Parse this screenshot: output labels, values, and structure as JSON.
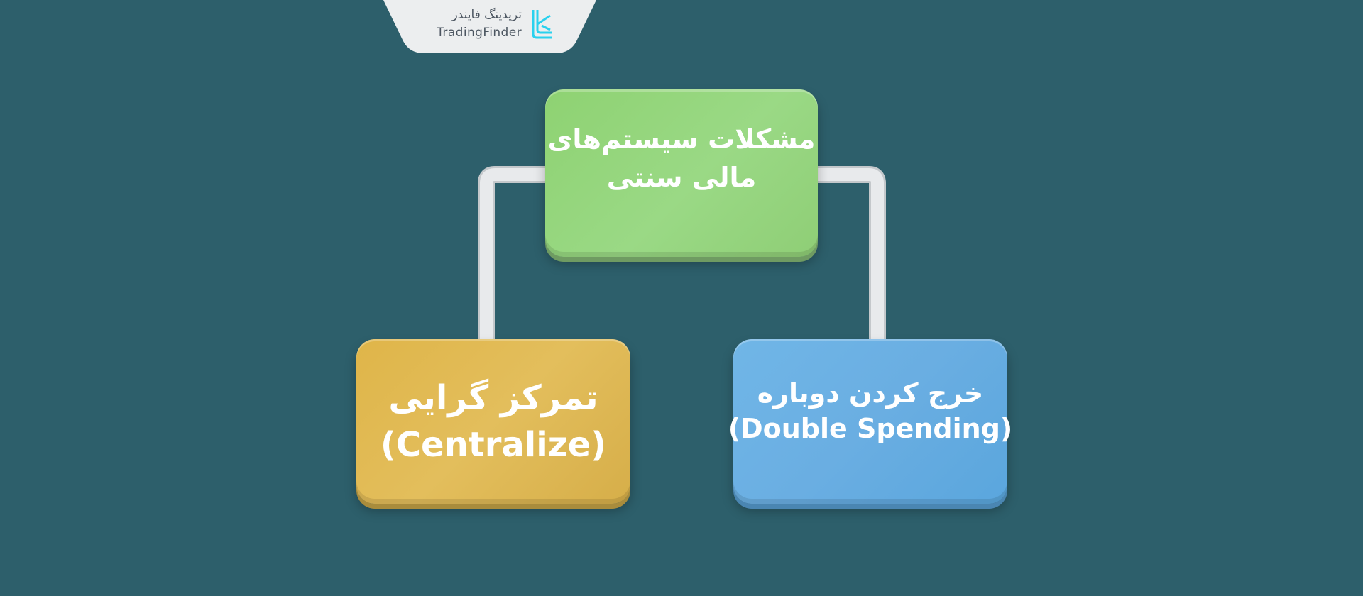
{
  "logo": {
    "name_fa": "تریدینگ فایندر",
    "name_en": "TradingFinder",
    "mark_color": "#2ad1ee"
  },
  "colors": {
    "background": "#2d5f6b",
    "top_box": "#95d67c",
    "left_box": "#e0b852",
    "right_box": "#68ade2",
    "connector": "#e6e8ea"
  },
  "diagram": {
    "root": {
      "line1": "مشکلات سیستم‌های",
      "line2": "مالی سنتی"
    },
    "left": {
      "line1": "تمرکز گرایی",
      "line2": "(Centralize)"
    },
    "right": {
      "line1": "خرج کردن دوباره",
      "line2": "(Double Spending)"
    }
  }
}
